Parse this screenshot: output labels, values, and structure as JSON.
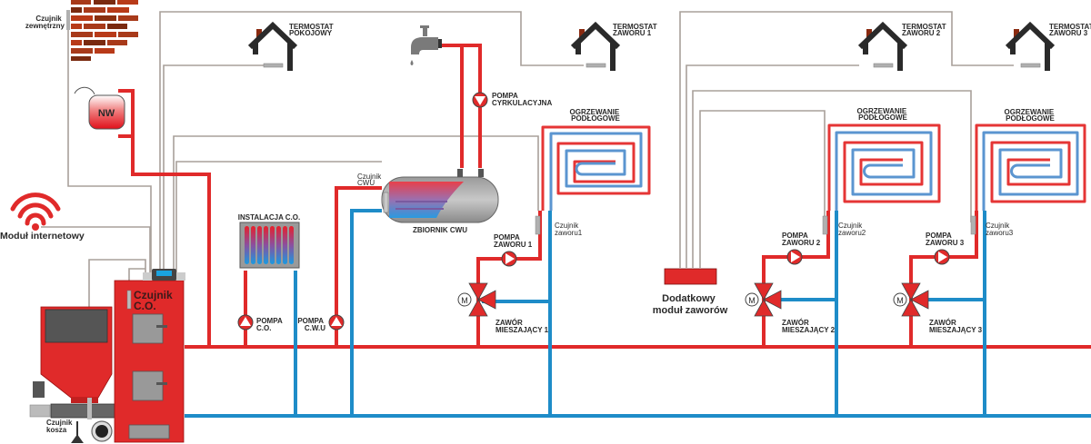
{
  "title": "Schemat instalacji kotła z podajnikiem",
  "colors": {
    "hot_pipe": "#e02a2a",
    "cold_pipe": "#1e8cc8",
    "wire": "#a8a09a",
    "boiler": "#e02a2a",
    "controller_screen": "#1aa3e0"
  },
  "labels": {
    "outdoor_sensor": [
      "Czujnik",
      "zewnętrzny"
    ],
    "expansion_vessel": "NW",
    "internet_module": "Moduł internetowy",
    "room_thermostat": [
      "TERMOSTAT",
      "POKOJOWY"
    ],
    "valve_thermostat_1": [
      "TERMOSTAT",
      "ZAWORU 1"
    ],
    "valve_thermostat_2": [
      "TERMOSTAT",
      "ZAWORU 2"
    ],
    "valve_thermostat_3": [
      "TERMOSTAT",
      "ZAWORU 3"
    ],
    "circulation_pump": [
      "POMPA",
      "CYRKULACYJNA"
    ],
    "floor_heating_1": [
      "OGRZEWANIE",
      "PODŁOGOWE"
    ],
    "floor_heating_2": [
      "OGRZEWANIE",
      "PODŁOGOWE"
    ],
    "floor_heating_3": [
      "OGRZEWANIE",
      "PODŁOGOWE"
    ],
    "dhw_sensor": [
      "Czujnik",
      "CWU"
    ],
    "dhw_tank": "ZBIORNIK CWU",
    "ch_installation": "INSTALACJA C.O.",
    "ch_pump": [
      "POMPA",
      "C.O."
    ],
    "dhw_pump": [
      "POMPA",
      "C.W.U"
    ],
    "valve_pump_1": [
      "POMPA",
      "ZAWORU 1"
    ],
    "valve_pump_2": [
      "POMPA",
      "ZAWORU 2"
    ],
    "valve_pump_3": [
      "POMPA",
      "ZAWORU 3"
    ],
    "valve_sensor_1": [
      "Czujnik",
      "zaworu1"
    ],
    "valve_sensor_2": [
      "Czujnik",
      "zaworu2"
    ],
    "valve_sensor_3": [
      "Czujnik",
      "zaworu3"
    ],
    "mixing_valve_1": [
      "ZAWÓR",
      "MIESZAJĄCY 1"
    ],
    "mixing_valve_2": [
      "ZAWÓR",
      "MIESZAJĄCY 2"
    ],
    "mixing_valve_3": [
      "ZAWÓR",
      "MIESZAJĄCY 3"
    ],
    "extra_valve_module": [
      "Dodatkowy",
      "moduł zaworów"
    ],
    "boiler_sensor": [
      "Czujnik",
      "C.O."
    ],
    "hopper_sensor": [
      "Czujnik",
      "kosza"
    ],
    "motor_symbol": "M"
  }
}
